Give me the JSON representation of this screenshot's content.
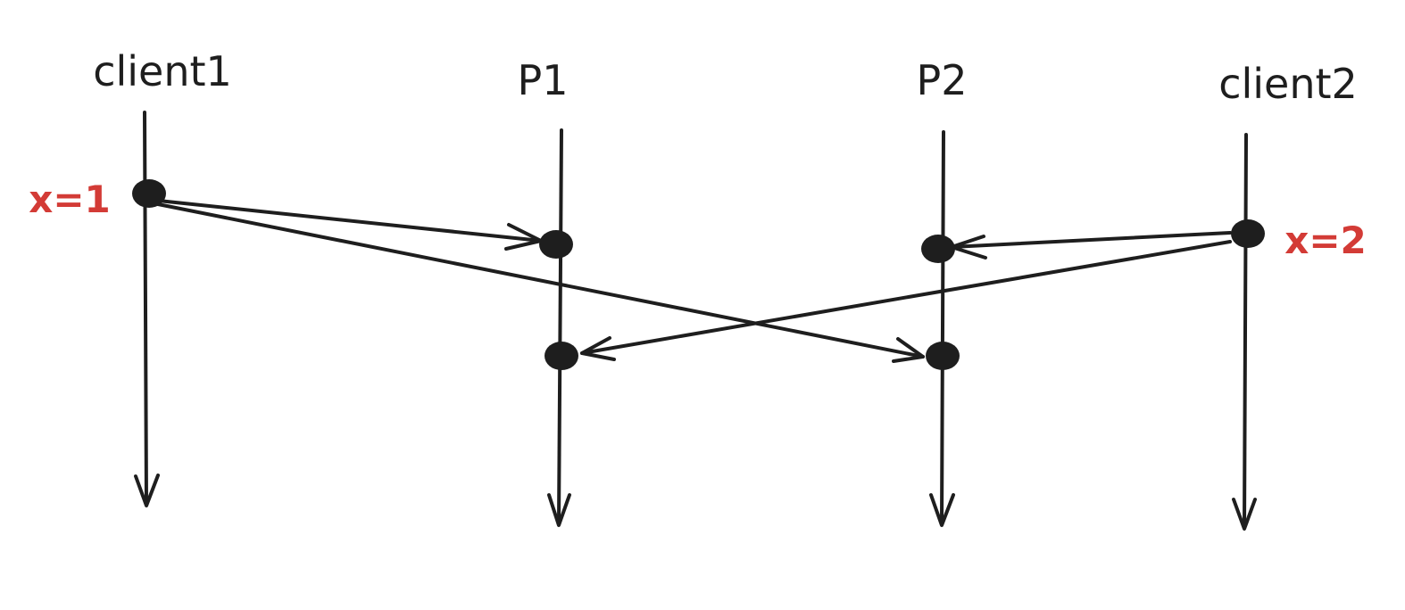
{
  "processes": [
    {
      "label": "client1"
    },
    {
      "label": "P1"
    },
    {
      "label": "P2"
    },
    {
      "label": "client2"
    }
  ],
  "annotations": {
    "client1_value": "x=1",
    "client2_value": "x=2"
  },
  "colors": {
    "ink": "#1e1e1e",
    "annotation": "#d33b36",
    "background": "#ffffff"
  }
}
